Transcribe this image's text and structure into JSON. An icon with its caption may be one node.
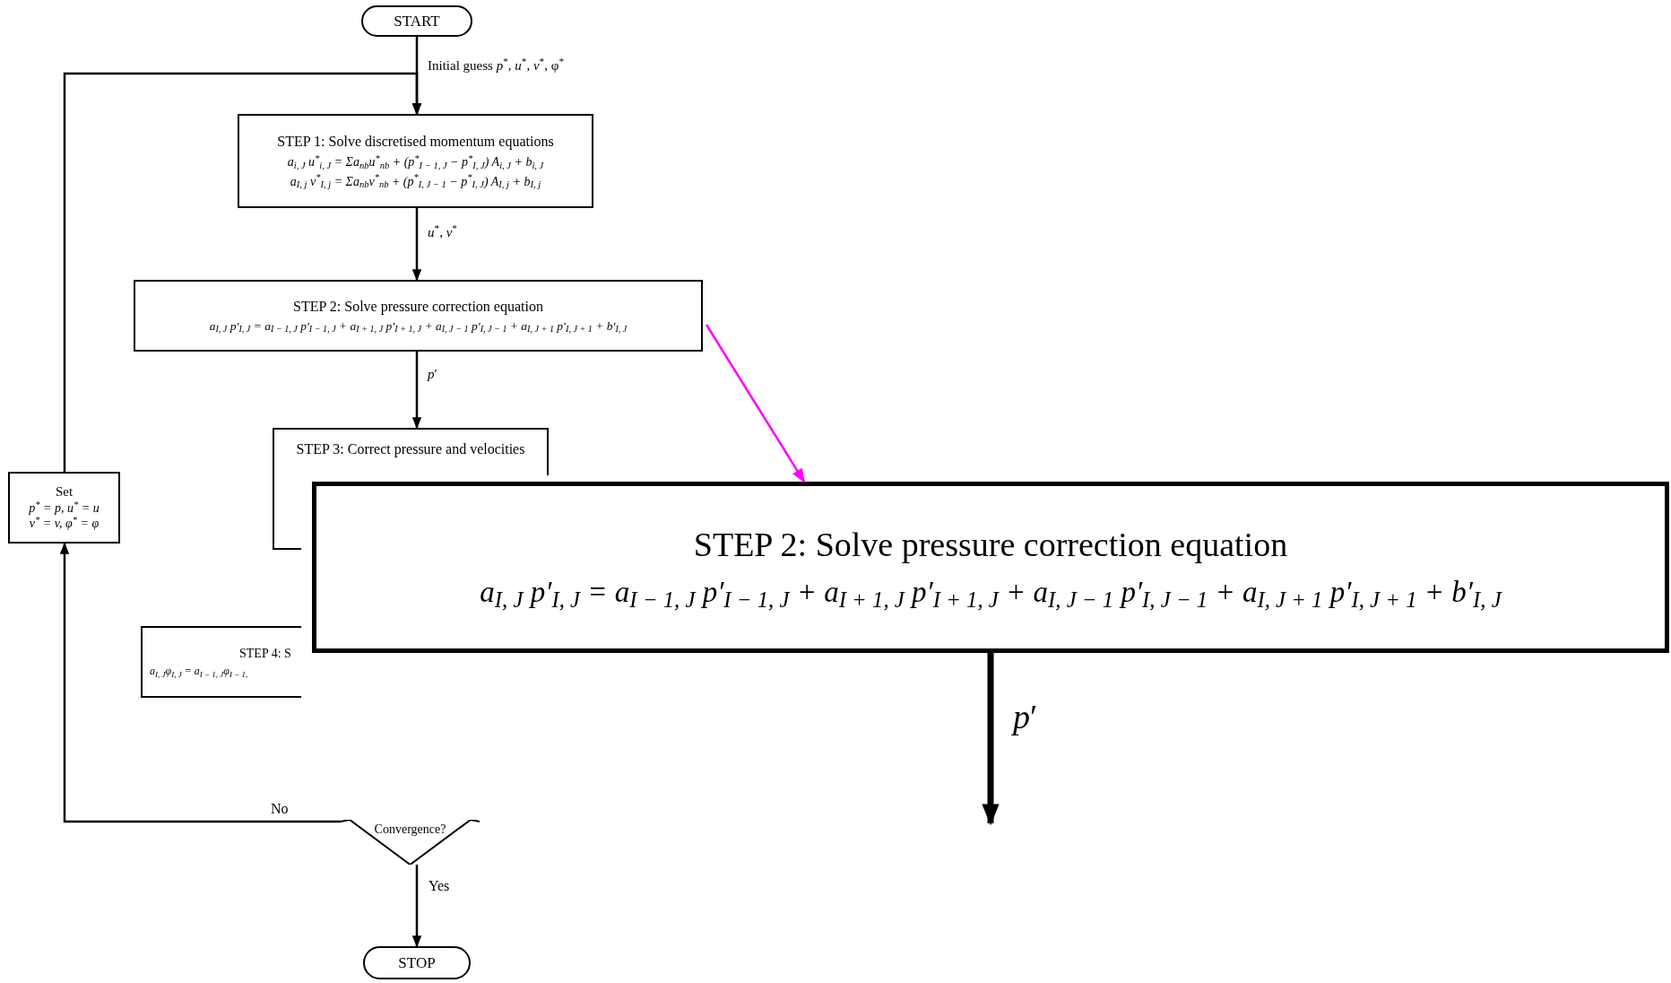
{
  "diagram": {
    "nodes": [
      {
        "text": [
          "START"
        ]
      },
      {
        "text": [
          "STEP 1: Solve discretised momentum equations",
          "a$_{i, J}$ u$^{*}$$_{i, J}$ = Σa$_{nb}$u$^{*}$$_{nb}$ + (p$^{*}$$_{I − 1, J}$ − p$^{*}$$_{I, J}$) A$_{i, J}$ + b$_{i, J}$",
          "a$_{I, j}$ v$^{*}$$_{I, j}$ = Σa$_{nb}$v$^{*}$$_{nb}$ + (p$^{*}$$_{I, J − 1}$ − p$^{*}$$_{I, J}$) A$_{I, j}$ + b$_{I, j}$"
        ]
      },
      {
        "text": [
          "STEP 2: Solve pressure correction equation",
          "a$_{I, J}$ p′$_{I, J}$ = a$_{I − 1, J}$ p′$_{I − 1, J}$ + a$_{I + 1, J}$ p′$_{I + 1, J}$ + a$_{I, J − 1}$ p′$_{I, J − 1}$ + a$_{I, J + 1}$ p′$_{I, J + 1}$ + b′$_{I, J}$"
        ]
      },
      {
        "text": [
          "STEP 3: Correct pressure and velocities"
        ]
      },
      {
        "text": [
          "Set",
          "p$^{*}$ = p, u$^{*}$ = u",
          "v$^{*}$ = v, φ$^{*}$ = φ"
        ]
      },
      {
        "text": [
          "STEP 4: S",
          "a$_{I, J}$φ$_{I, J}$ = a$_{I − 1, J}$φ$_{I − 1,}$"
        ]
      },
      {
        "text": [
          "STEP 2: Solve pressure correction equation",
          "a$_{I, J}$ p′$_{I, J}$ = a$_{I − 1, J}$ p′$_{I − 1, J}$ + a$_{I + 1, J}$ p′$_{I + 1, J}$ + a$_{I, J − 1}$ p′$_{I, J − 1}$ + a$_{I, J + 1}$ p′$_{I, J + 1}$ + b′$_{I, J}$"
        ]
      },
      {
        "text": [
          "Convergence?"
        ]
      },
      {
        "text": [
          "STOP"
        ]
      }
    ],
    "edges": [
      {
        "from": 0,
        "to": 1,
        "arrow": "to",
        "label": "Initial guess *p*$^{*}$, *u*$^{*}$, *v*$^{*}$, φ$^{*}$"
      },
      {
        "from": 1,
        "to": 2,
        "arrow": "to",
        "label": "*u*$^{*}$, *v*$^{*}$"
      },
      {
        "from": 2,
        "to": 3,
        "arrow": "to",
        "label": "*p*′"
      },
      {
        "from": 2,
        "to": 6,
        "arrow": "to",
        "color": "#ff00ff"
      },
      {
        "from": 6,
        "to": null,
        "arrow": "to",
        "label": "*p*′",
        "style": "thick"
      },
      {
        "from": 7,
        "to": 8,
        "arrow": "to",
        "label": "Yes"
      },
      {
        "from": 7,
        "to": 4,
        "arrow": "to",
        "label": "No"
      },
      {
        "from": 4,
        "to": 1,
        "arrow": "to"
      }
    ]
  }
}
